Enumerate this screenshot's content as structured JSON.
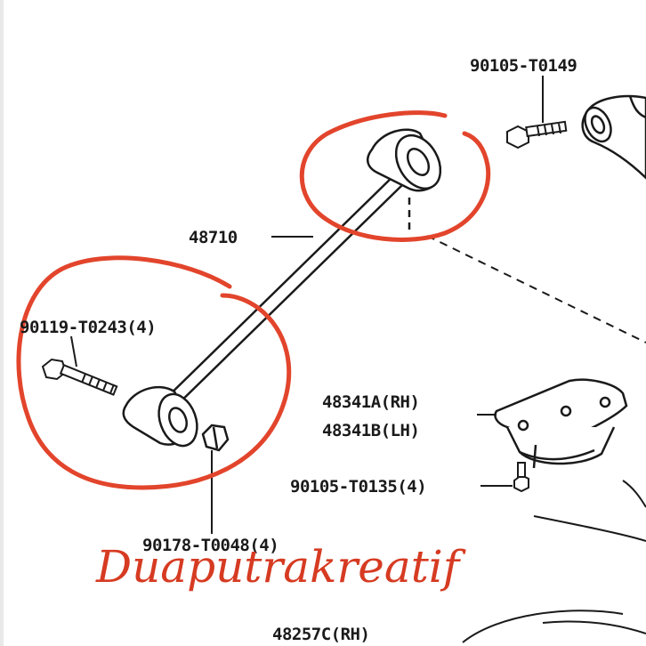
{
  "diagram": {
    "part_labels": {
      "bolt_top_right": "90105-T0149",
      "rod": "48710",
      "bolt_left": "90119-T0243(4)",
      "bracket_rh": "48341A(RH)",
      "bracket_lh": "48341B(LH)",
      "bolt_bracket": "90105-T0135(4)",
      "nut": "90178-T0048(4)",
      "part_bottom": "48257C(RH)"
    },
    "watermark": "Duaputrakreatif",
    "colors": {
      "line_art": "#1a1a1a",
      "highlight": "#e2452c",
      "watermark": "#d63b22",
      "background": "#ffffff"
    },
    "icons": [
      "bolt-icon",
      "bushing-icon",
      "nut-icon",
      "bracket-icon",
      "arm-icon"
    ]
  }
}
